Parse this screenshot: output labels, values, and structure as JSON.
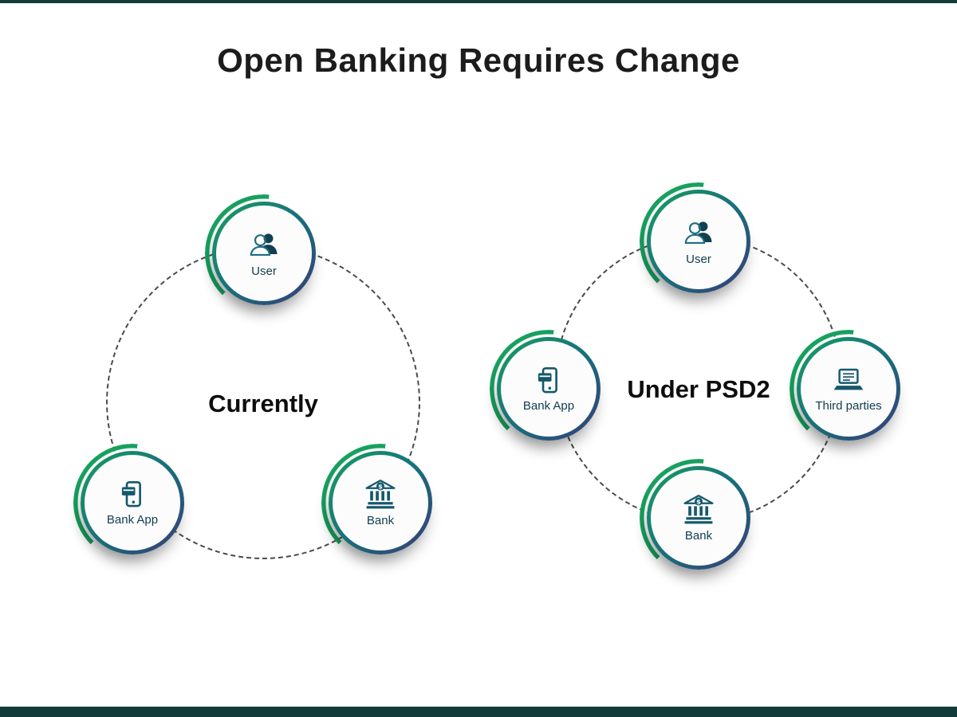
{
  "page": {
    "title": "Open Banking Requires Change"
  },
  "left_diagram": {
    "center_label": "Currently",
    "nodes": [
      {
        "label": "User",
        "icon": "users-icon"
      },
      {
        "label": "Bank App",
        "icon": "phone-card-icon"
      },
      {
        "label": "Bank",
        "icon": "bank-icon"
      }
    ]
  },
  "right_diagram": {
    "center_label": "Under PSD2",
    "nodes": [
      {
        "label": "User",
        "icon": "users-icon"
      },
      {
        "label": "Bank App",
        "icon": "phone-card-icon"
      },
      {
        "label": "Third parties",
        "icon": "laptop-icon"
      },
      {
        "label": "Bank",
        "icon": "bank-icon"
      }
    ]
  },
  "colors": {
    "accent_green": "#17a05e",
    "gradient_teal": "#17707c",
    "gradient_indigo": "#3a3a78",
    "icon_color": "#14586b",
    "footer_bar": "#123c3a"
  }
}
